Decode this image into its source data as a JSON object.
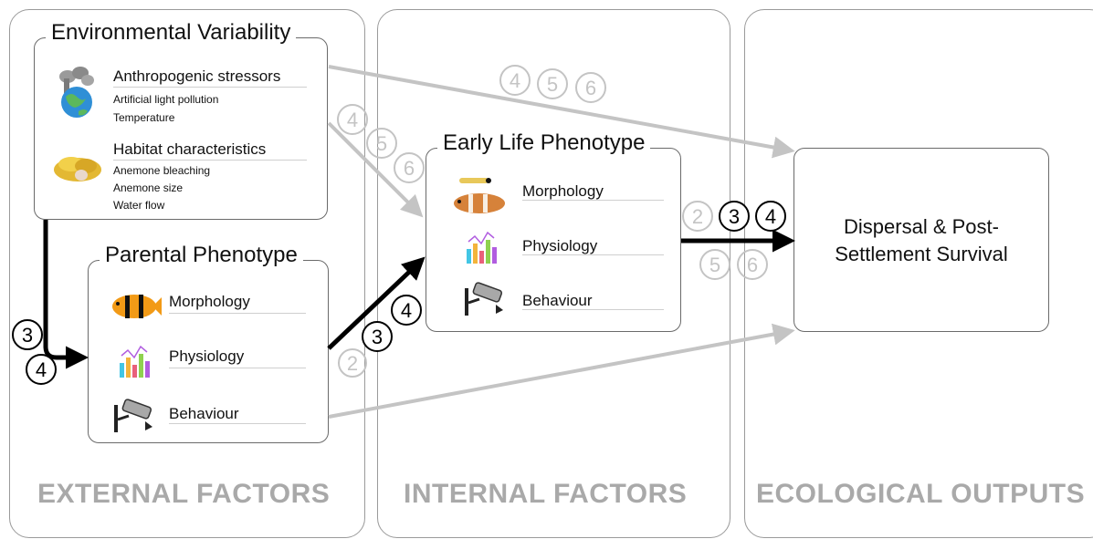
{
  "panels": {
    "external": "EXTERNAL FACTORS",
    "internal": "INTERNAL FACTORS",
    "ecological": "ECOLOGICAL OUTPUTS"
  },
  "environmental": {
    "title": "Environmental Variability",
    "anthropogenic": {
      "label": "Anthropogenic stressors",
      "items": [
        "Artificial light pollution",
        "Temperature"
      ]
    },
    "habitat": {
      "label": "Habitat characteristics",
      "items": [
        "Anemone bleaching",
        "Anemone size",
        "Water flow"
      ]
    }
  },
  "parental": {
    "title": "Parental Phenotype",
    "items": [
      "Morphology",
      "Physiology",
      "Behaviour"
    ]
  },
  "early": {
    "title": "Early Life Phenotype",
    "items": [
      "Morphology",
      "Physiology",
      "Behaviour"
    ]
  },
  "output": {
    "line1": "Dispersal & Post-",
    "line2": "Settlement Survival"
  },
  "markers": {
    "env_to_output": [
      "4",
      "5",
      "6"
    ],
    "env_to_early": [
      "4",
      "5",
      "6"
    ],
    "env_to_parental": [
      "3",
      "4"
    ],
    "parental_to_early_black": [
      "3",
      "4"
    ],
    "parental_to_early_grey": [
      "2"
    ],
    "early_to_output_black": [
      "3",
      "4"
    ],
    "early_to_output_grey_top": [
      "2"
    ],
    "early_to_output_grey_bottom": [
      "5",
      "6"
    ]
  },
  "colors": {
    "black_arrow": "#000000",
    "grey_arrow": "#c4c4c4",
    "panel_label": "#a9a9a9"
  }
}
